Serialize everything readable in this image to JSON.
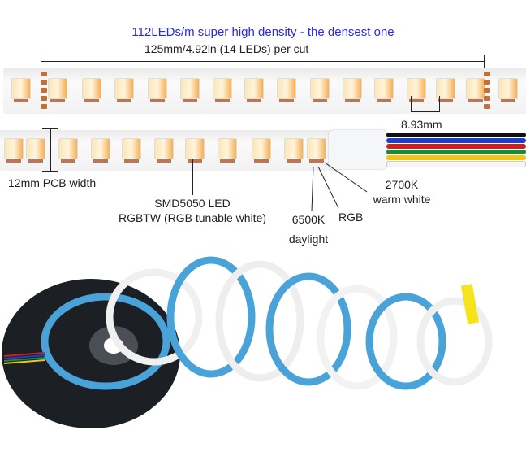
{
  "title": "112LEDs/m super high density - the densest one",
  "cut_length": "125mm/4.92in (14 LEDs) per cut",
  "led_pitch": "8.93mm",
  "pcb_width": "12mm PCB width",
  "led_type": {
    "line1": "SMD5050 LED",
    "line2": "RGBTW (RGB tunable white)"
  },
  "chip_labels": {
    "daylight": {
      "line1": "6500K",
      "line2": "daylight"
    },
    "rgb": "RGB",
    "warm": {
      "line1": "2700K",
      "line2": "warm white"
    }
  },
  "colors": {
    "title": "#2a2ae0",
    "strip_backing": "#4aa3d8",
    "reel": "#1c1f24"
  },
  "wire_colors": [
    "#111111",
    "#1f3fc4",
    "#d11f1f",
    "#1a8a3a",
    "#f0c419",
    "#f5f5f5"
  ]
}
